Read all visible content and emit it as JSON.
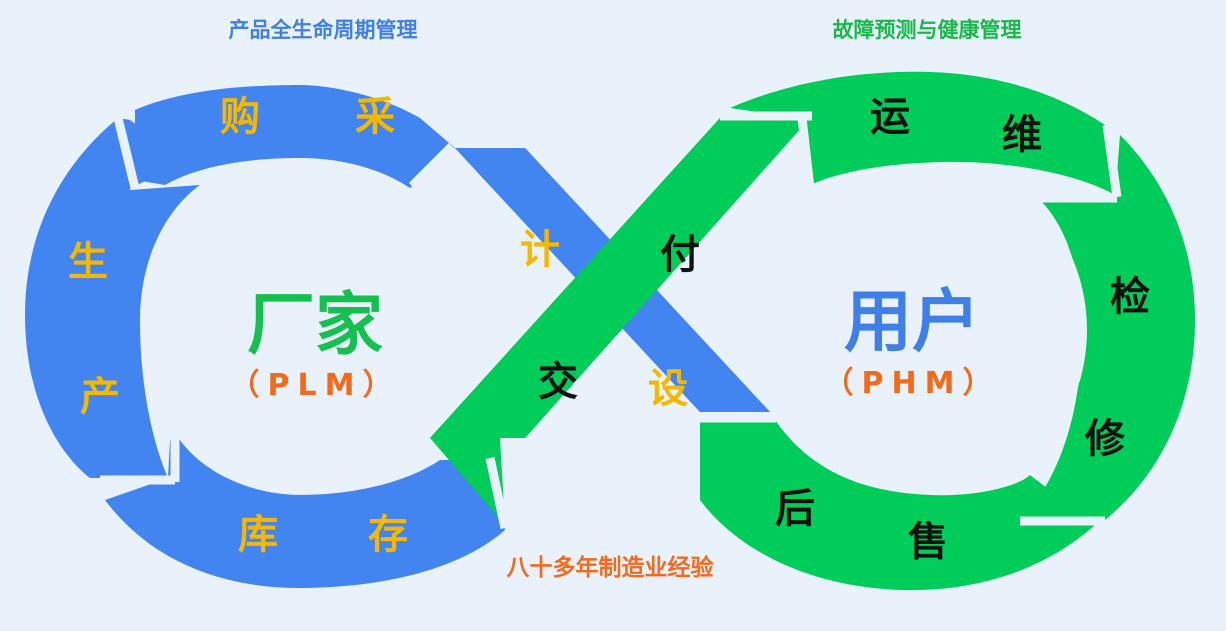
{
  "colors": {
    "blue": "#4285f0",
    "green": "#00cc5a",
    "background": "#e9f2fa",
    "blue_label": "#f5b800",
    "green_label": "#111111",
    "center_text_left": "#15c050",
    "center_text_right": "#3f7fe8",
    "acronym": "#f26a1b",
    "bottom_caption": "#f26a1b",
    "top_left_caption": "#3f7fe8",
    "top_right_caption": "#18b84a"
  },
  "captions": {
    "top_left": "产品全生命周期管理",
    "top_right": "故障预测与健康管理",
    "bottom": "八十多年制造业经验"
  },
  "left_loop": {
    "title": "厂家",
    "acronym": "（PLM）",
    "segments": [
      {
        "label": "购"
      },
      {
        "label": "采"
      },
      {
        "label": "计"
      },
      {
        "label": "设"
      },
      {
        "label": "库"
      },
      {
        "label": "存"
      },
      {
        "label": "生"
      },
      {
        "label": "产"
      }
    ]
  },
  "right_loop": {
    "title": "用户",
    "acronym": "（PHM）",
    "segments": [
      {
        "label": "交"
      },
      {
        "label": "付"
      },
      {
        "label": "运"
      },
      {
        "label": "维"
      },
      {
        "label": "检"
      },
      {
        "label": "修"
      },
      {
        "label": "后"
      },
      {
        "label": "售"
      }
    ]
  }
}
